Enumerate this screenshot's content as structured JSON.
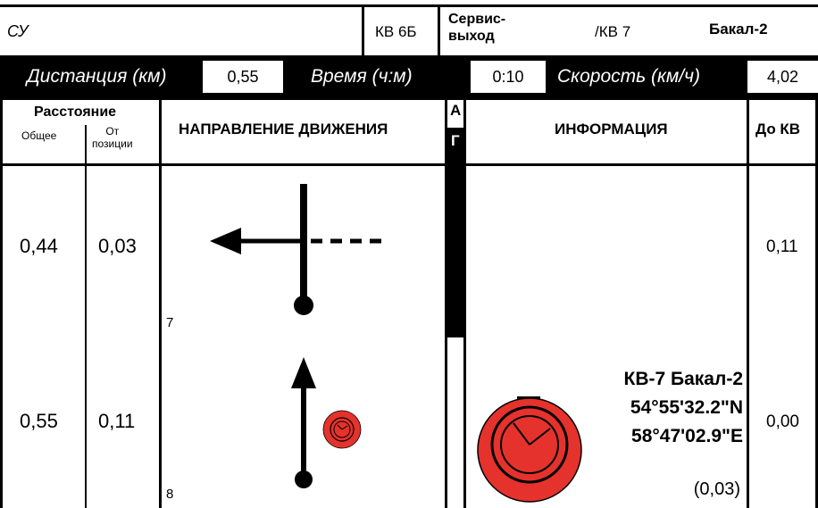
{
  "header": {
    "route": "СУ",
    "kv_from": "КВ 6Б",
    "service": "Сервис-\nвыход",
    "kv_to": "/КВ 7",
    "place": "Бакал-2"
  },
  "stats": {
    "distance_label": "Дистанция (км)",
    "distance_value": "0,55",
    "time_label": "Время (ч:м)",
    "time_value": "0:10",
    "speed_label": "Скорость (км/ч)",
    "speed_value": "4,02"
  },
  "columns": {
    "distance_group": "Расстояние",
    "total": "Общее",
    "from_pos": "От\nпозиции",
    "direction": "НАПРАВЛЕНИЕ ДВИЖЕНИЯ",
    "ag_a": "А",
    "ag_g": "Г",
    "info": "ИНФОРМАЦИЯ",
    "to_kv": "До КВ"
  },
  "rows": [
    {
      "total": "0,44",
      "from_pos": "0,03",
      "index": "7",
      "to_kv": "0,11",
      "info": {
        "title": "",
        "lat": "",
        "lon": "",
        "dist": ""
      }
    },
    {
      "total": "0,55",
      "from_pos": "0,11",
      "index": "8",
      "to_kv": "0,00",
      "info": {
        "title": "КВ-7 Бакал-2",
        "lat": "54°55'32.2\"N",
        "lon": "58°47'02.9\"E",
        "dist": "(0,03)"
      }
    }
  ],
  "colors": {
    "accent_red": "#e5322d",
    "dark": "#000000"
  }
}
